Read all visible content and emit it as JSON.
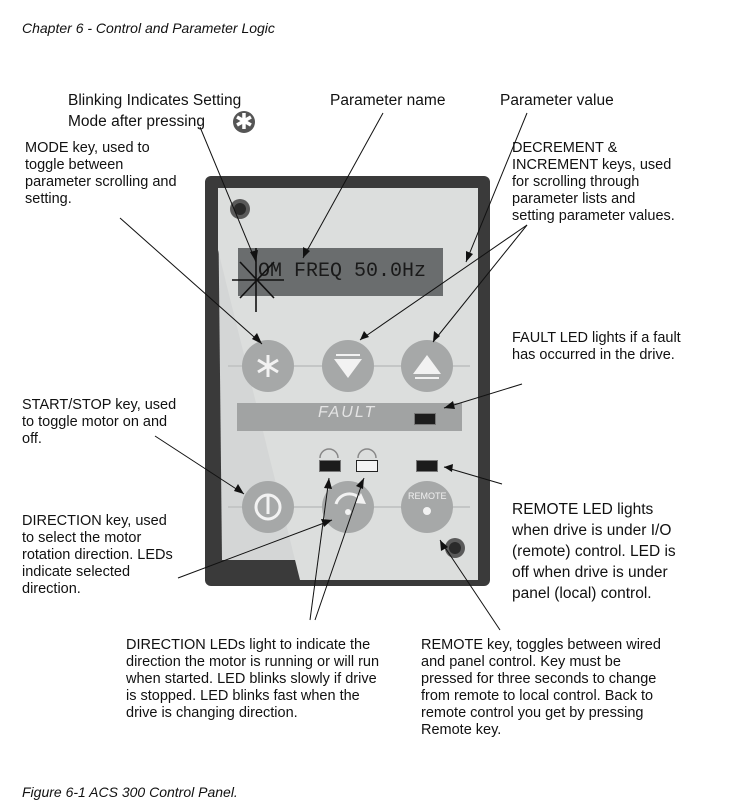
{
  "header": "Chapter 6 - Control and Parameter Logic",
  "caption": "Figure 6-1 ACS 300 Control Panel.",
  "display": {
    "text": "OM FREQ  50.0Hz",
    "fault_label": "FAULT",
    "remote_key_label": "REMOTE"
  },
  "annotations": {
    "blinking": "Blinking Indicates Setting\nMode after pressing",
    "param_name": "Parameter name",
    "param_value": "Parameter value",
    "mode_key": "MODE key, used to\ntoggle between\nparameter scrolling and\nsetting.",
    "dec_inc": "DECREMENT &\nINCREMENT keys, used\nfor scrolling through\nparameter lists and\nsetting parameter values.",
    "fault_led": "FAULT LED lights if a fault\nhas occurred in the drive.",
    "start_stop": "START/STOP key, used\nto toggle motor on and\noff.",
    "direction_key": "DIRECTION key, used\nto select the motor\nrotation direction. LEDs\nindicate selected\ndirection.",
    "remote_led": "REMOTE LED lights\nwhen drive is under I/O\n(remote) control. LED is\noff when drive is under\npanel (local) control.",
    "direction_leds": "DIRECTION LEDs light to indicate the\ndirection the motor is running or will run\nwhen started. LED blinks slowly if drive\nis stopped. LED blinks fast when the\ndrive is changing direction.",
    "remote_key": "REMOTE key, toggles between wired\nand panel control. Key must be\npressed for three seconds to change\nfrom remote to local control. Back to\nremote control you get by pressing\nRemote key."
  }
}
